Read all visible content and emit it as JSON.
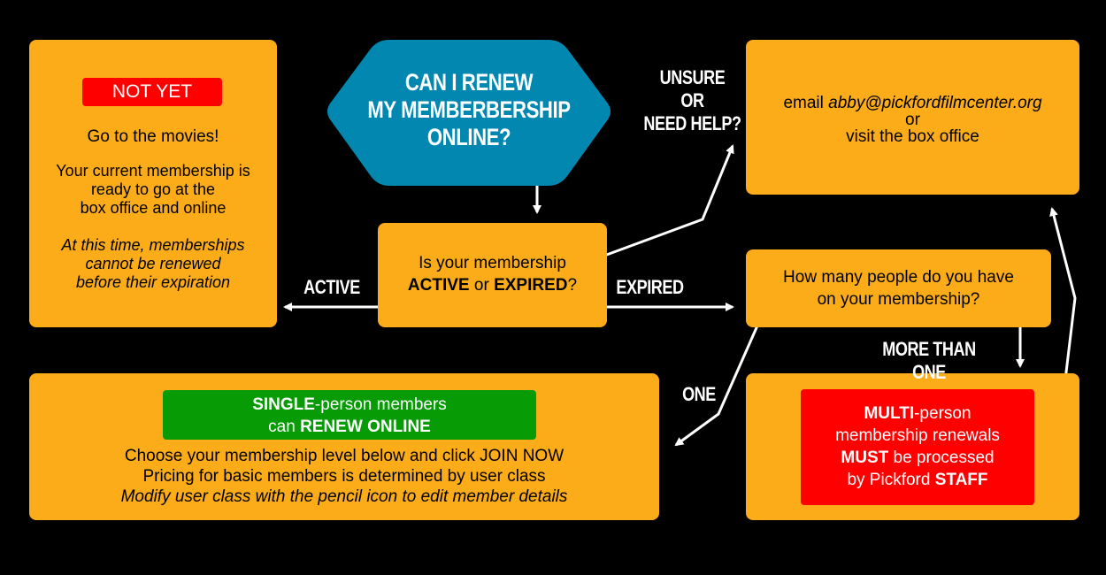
{
  "colors": {
    "background": "#000000",
    "box": "#fbac18",
    "hexagon": "#0288b0",
    "red": "#fe0000",
    "green": "#079c05",
    "line": "#ffffff"
  },
  "question": {
    "line1": "CAN I RENEW",
    "line2": "MY MEMBERBERSHIP",
    "line3": "ONLINE?"
  },
  "not_yet": {
    "badge": "NOT YET",
    "headline": "Go to the movies!",
    "current1": "Your current membership is",
    "current2": "ready to go at the",
    "current3": "box office and online",
    "note1": "At this time, memberships",
    "note2": "cannot be renewed",
    "note3": "before their expiration"
  },
  "status": {
    "line1": "Is your membership",
    "active": "ACTIVE",
    "or": " or ",
    "expired": "EXPIRED",
    "qmark": "?"
  },
  "help": {
    "email_prefix": "email ",
    "email": "abby@pickfordfilmcenter.org",
    "or": "or",
    "visit": "visit the box office"
  },
  "people": {
    "line1": "How many people do you have",
    "line2": "on your membership?"
  },
  "single": {
    "badge_single": "SINGLE",
    "badge_rest": "-person members",
    "badge_can": "can ",
    "badge_renew": "RENEW ONLINE",
    "line1_prefix": "Choose your membership level below and click ",
    "join_now": "JOIN NOW",
    "line2": "Pricing for basic members is determined by user class",
    "line3": "Modify user class with the pencil icon to edit member details"
  },
  "multi": {
    "multi": "MULTI",
    "person": "-person",
    "line2": "membership renewals",
    "must": "MUST",
    "processed": " be processed",
    "by": "by Pickford ",
    "staff": "STAFF"
  },
  "labels": {
    "active": "ACTIVE",
    "expired": "EXPIRED",
    "unsure1": "UNSURE",
    "unsure2": "OR",
    "unsure3": "NEED HELP?",
    "more_than_one": "MORE THAN ONE",
    "one": "ONE"
  }
}
